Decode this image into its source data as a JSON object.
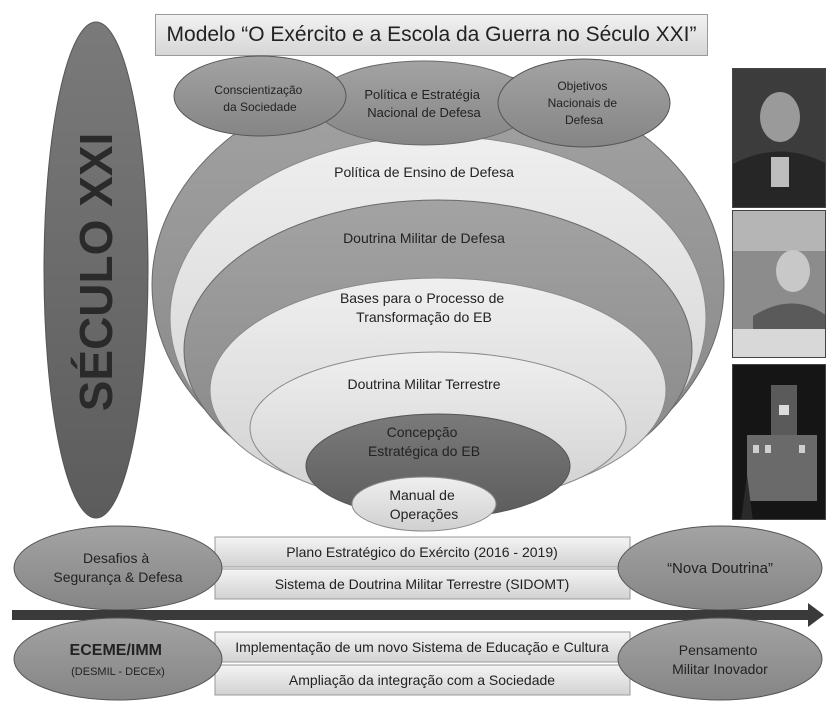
{
  "title": "Modelo “O Exército e a Escola da Guerra no Século XXI”",
  "left_label": "SÉCULO XXI",
  "top_bubbles": {
    "left": [
      "Conscientização",
      "da Sociedade"
    ],
    "center": [
      "Política e Estratégia",
      "Nacional de Defesa"
    ],
    "right": [
      "Objetivos",
      "Nacionais de",
      "Defesa"
    ]
  },
  "layers": [
    {
      "lines": [
        "Política de Ensino de Defesa"
      ]
    },
    {
      "lines": [
        "Doutrina Militar de Defesa"
      ]
    },
    {
      "lines": [
        "Bases para o Processo de",
        "Transformação do EB"
      ]
    },
    {
      "lines": [
        "Doutrina Militar Terrestre"
      ]
    },
    {
      "lines": [
        "Concepção",
        "Estratégica do EB"
      ]
    },
    {
      "lines": [
        "Manual de",
        "Operações"
      ]
    }
  ],
  "row1": {
    "left": [
      "Desafios à",
      "Segurança & Defesa"
    ],
    "bars": [
      "Plano Estratégico do Exército (2016 - 2019)",
      "Sistema de Doutrina Militar Terrestre (SIDOMT)"
    ],
    "right": [
      "“Nova Doutrina”"
    ]
  },
  "row2": {
    "left": [
      "ECEME/IMM",
      "(DESMIL - DECEx)"
    ],
    "bars": [
      "Implementação de um novo Sistema de Educação e Cultura",
      "Ampliação da integração com a Sociedade"
    ],
    "right": [
      "Pensamento",
      "Militar Inovador"
    ]
  },
  "colors": {
    "dark": "#6e6e6e",
    "mid": "#8c8c8c",
    "light": "#d6d6d6",
    "lighter": "#e9e9e9",
    "text": "#222222",
    "arrow": "#3a3a3a"
  }
}
